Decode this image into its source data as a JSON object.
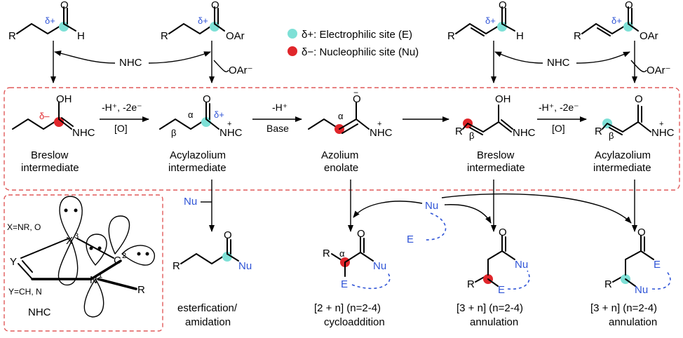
{
  "legend": {
    "electrophilic": "δ+: Electrophilic site (E)",
    "nucleophilic": "δ−: Nucleophilic site (Nu)",
    "electrophilic_color": "#7ee0d6",
    "nucleophilic_color": "#e0262b"
  },
  "top": {
    "delta_plus": "δ+",
    "delta_minus": "δ–",
    "R": "R",
    "H": "H",
    "O": "O",
    "OAr": "OAr",
    "OAr_minus": "OAr⁻",
    "NHC": "NHC"
  },
  "middle": {
    "step1_top": "-H⁺, -2e⁻",
    "step1_bottom": "[O]",
    "step2_top": "-H⁺",
    "step2_bottom": "Base",
    "step3_top": "-H⁺, -2e⁻",
    "step3_bottom": "[O]",
    "OH": "OH",
    "NHC_label": "NHC",
    "NHC_plus": "NHC",
    "O_minus": "O",
    "alpha": "α",
    "beta": "β",
    "breslow_line1": "Breslow",
    "breslow_line2": "intermediate",
    "acylazolium_line1": "Acylazolium",
    "acylazolium_line2": "intermediate",
    "enolate_line1": "Azolium",
    "enolate_line2": "enolate"
  },
  "bottom": {
    "Nu": "Nu",
    "E": "E",
    "esterfication_line1": "esterfication/",
    "esterfication_line2": "amidation",
    "cyclo_line1": "[2 + n] (n=2-4)",
    "cyclo_line2": "cycloaddition",
    "annulation1_line1": "[3 + n] (n=2-4)",
    "annulation1_line2": "annulation",
    "annulation2_line1": "[3 + n] (n=2-4)",
    "annulation2_line2": "annulation"
  },
  "inset": {
    "xnr": "X=NR, O",
    "x3": "X",
    "three": "3",
    "Y": "Y",
    "ych": "Y=CH, N",
    "N1": "N",
    "one": "1",
    "C2": "C",
    "two": "2",
    "R": "R",
    "NHC": "NHC"
  }
}
